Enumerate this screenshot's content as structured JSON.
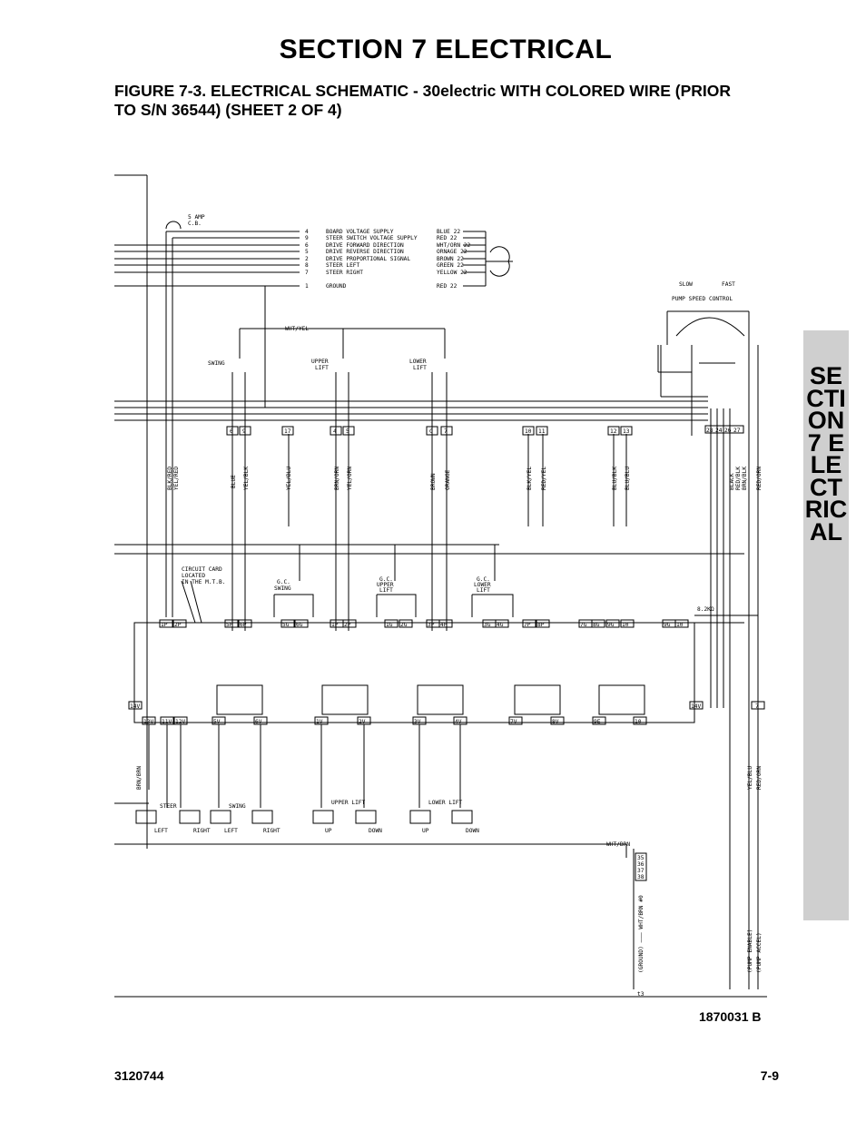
{
  "header": {
    "section_title": "SECTION 7  ELECTRICAL",
    "figure_caption": "FIGURE 7-3.    ELECTRICAL SCHEMATIC - 30electric WITH COLORED WIRE (PRIOR TO S/N 36544) (SHEET 2 OF 4)"
  },
  "side_tab": {
    "text": "SECTION 7 ELECTRICAL"
  },
  "schematic": {
    "breaker": [
      "5 AMP",
      "C.B."
    ],
    "connector_pins": [
      "4",
      "9",
      "6",
      "5",
      "2",
      "8",
      "7",
      "1"
    ],
    "connector_signals": [
      "BOARD VOLTAGE SUPPLY",
      "STEER SWITCH VOLTAGE SUPPLY",
      "DRIVE FORWARD DIRECTION",
      "DRIVE REVERSE DIRECTION",
      "DRIVE PROPORTIONAL SIGNAL",
      "STEER LEFT",
      "STEER RIGHT",
      "GROUND"
    ],
    "connector_wires": [
      "BLUE 22",
      "RED 22",
      "WHT/ORN 22",
      "ORNAGE 22",
      "BROWN 22",
      "GREEN 22",
      "YELLOW 22",
      "RED 22"
    ],
    "pump_speed": {
      "slow": "SLOW",
      "fast": "FAST",
      "label": "PUMP SPEED CONTROL"
    },
    "wht_yel": "WHT/YEL",
    "switches": [
      {
        "label1": "SWING",
        "label2": ""
      },
      {
        "label1": "UPPER",
        "label2": "LIFT"
      },
      {
        "label1": "LOWER",
        "label2": "LIFT"
      }
    ],
    "terminals": [
      "6",
      "9",
      "17",
      "4",
      "5",
      "C",
      "7",
      "10",
      "11",
      "12",
      "13",
      "28",
      "24",
      "26",
      "27"
    ],
    "wire_colors": [
      "BLK/RED",
      "YEL/RED",
      "BLUE",
      "YEL/BLK",
      "YEL/BLU",
      "BRN/ORN",
      "YEL/ORN",
      "BROWN",
      "ORANGE",
      "BLK/YEL",
      "RED/YEL",
      "BLU/BLK",
      "BLU/BLU",
      "BLACK",
      "RED/BLK",
      "BRN/BLK",
      "RED/ORN"
    ],
    "circuit_card": [
      "CIRCUIT CARD",
      "LOCATED",
      "IN THE M.T.B."
    ],
    "gc_labels": [
      {
        "l1": "G.C.",
        "l2": "SWING",
        "l3": ""
      },
      {
        "l1": "G.C.",
        "l2": "UPPER",
        "l3": "LIFT"
      },
      {
        "l1": "G.C.",
        "l2": "LOWER",
        "l3": "LIFT"
      }
    ],
    "resistor": "8.2KΩ",
    "card_top_pins": [
      "1P",
      "2P",
      "5P",
      "6P",
      "5G",
      "6G",
      "1P",
      "2P",
      "1G",
      "2G",
      "3P",
      "4P",
      "3G",
      "4G",
      "7P",
      "8P",
      "7G",
      "8G",
      "9G",
      "10",
      "9G",
      "10"
    ],
    "card_bottom_pins": [
      "13V",
      "11V",
      "12V",
      "5V",
      "6V",
      "1V",
      "2V",
      "3V",
      "4V",
      "7V",
      "8V",
      "9E",
      "10"
    ],
    "card_side": [
      "14V",
      "14V",
      "7"
    ],
    "brn_brn": "BRN/BRN",
    "valves": [
      {
        "group": "STEER",
        "a": "LEFT",
        "b": "RIGHT"
      },
      {
        "group": "SWING",
        "a": "LEFT",
        "b": "RIGHT"
      },
      {
        "group": "UPPER LIFT",
        "a": "UP",
        "b": "DOWN"
      },
      {
        "group": "LOWER LIFT",
        "a": "UP",
        "b": "DOWN"
      }
    ],
    "wht_brn": "WHT/BRN",
    "plug_pins": [
      "35",
      "36",
      "37",
      "38"
    ],
    "yel_blu": "YEL/BLU",
    "red_orn": "RED/ORN",
    "ground_wire": "(GROUND) ——— WHT/BRN #0",
    "pump_enable": "(PUMP ENABLE)",
    "pump_accel": "(PUMP ACCEL)",
    "ground_marker": "t3"
  },
  "footer": {
    "drawing_number": "1870031 B",
    "doc_number": "3120744",
    "page_number": "7-9"
  }
}
